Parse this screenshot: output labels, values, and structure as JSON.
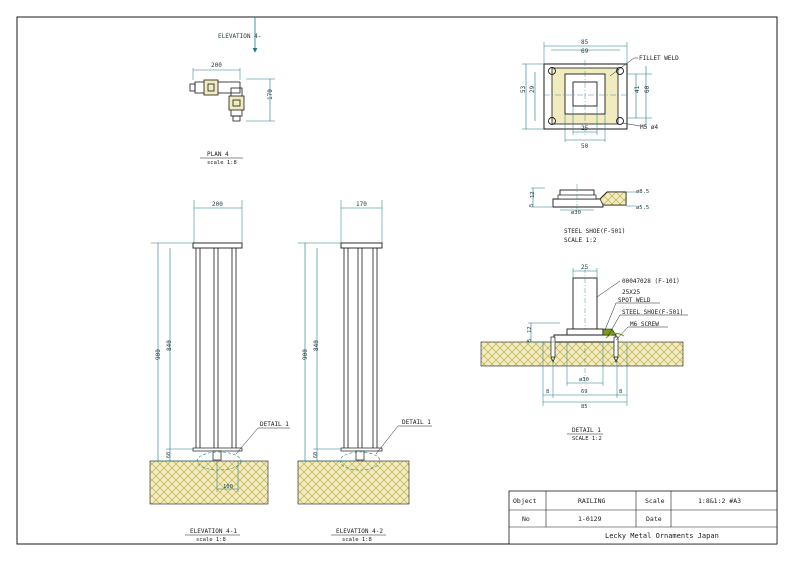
{
  "plan": {
    "elevation_marker": "ELEVATION 4-",
    "dim_width": "200",
    "dim_height": "170",
    "title": "PLAN 4",
    "scale": "scale 1:8"
  },
  "shoe_plan": {
    "dim_85": "85",
    "dim_69": "69",
    "dim_25": "25",
    "dim_50": "50",
    "dim_53": "53",
    "dim_29": "29",
    "dim_41": "41",
    "dim_60": "60",
    "fillet_weld": "FILLET WELD",
    "m5": "M5 ø4"
  },
  "shoe_section": {
    "dim_12": "12",
    "dim_5": "5",
    "dim_d30": "ø30",
    "dim_d85": "ø8.5",
    "dim_d55": "ø5.5",
    "title": "STEEL SHOE(F-501)",
    "scale": "SCALE 1:2"
  },
  "detail": {
    "dim_25": "25",
    "dim_12": "12",
    "dim_5": "5",
    "labels": [
      "00047028 (F-101)",
      "25X25",
      "SPOT WELD",
      "STEEL SHOE(F-501)",
      "M6 SCREW"
    ],
    "dim_d30": "ø30",
    "dim_8a": "8",
    "dim_69": "69",
    "dim_8b": "8",
    "dim_85": "85",
    "title": "DETAIL 1",
    "scale": "SCALE 1:2"
  },
  "elevation1": {
    "dim_width": "200",
    "dim_900": "900",
    "dim_840": "840",
    "dim_60": "60",
    "dim_100": "100",
    "detail_callout": "DETAIL 1",
    "title": "ELEVATION 4-1",
    "scale": "scale 1:8"
  },
  "elevation2": {
    "dim_width": "170",
    "dim_900": "900",
    "dim_840": "840",
    "dim_60": "60",
    "detail_callout": "DETAIL 1",
    "title": "ELEVATION 4-2",
    "scale": "scale 1:8"
  },
  "title_block": {
    "object_label": "Object",
    "object_value": "RAILING",
    "scale_label": "Scale",
    "scale_value": "1:8&1:2 #A3",
    "no_label": "No",
    "no_value": "1-0129",
    "date_label": "Date",
    "date_value": "",
    "company": "Lecky Metal Ornaments Japan"
  },
  "colors": {
    "line": "#1a1a1a",
    "dim": "#1c7a86",
    "dim_text": "#1a3a40",
    "ground_fill": "#f1ecbf",
    "ground_hatch": "#b8a23c",
    "weld": "#7a9a18",
    "detail_circle": "#1c7a86"
  }
}
